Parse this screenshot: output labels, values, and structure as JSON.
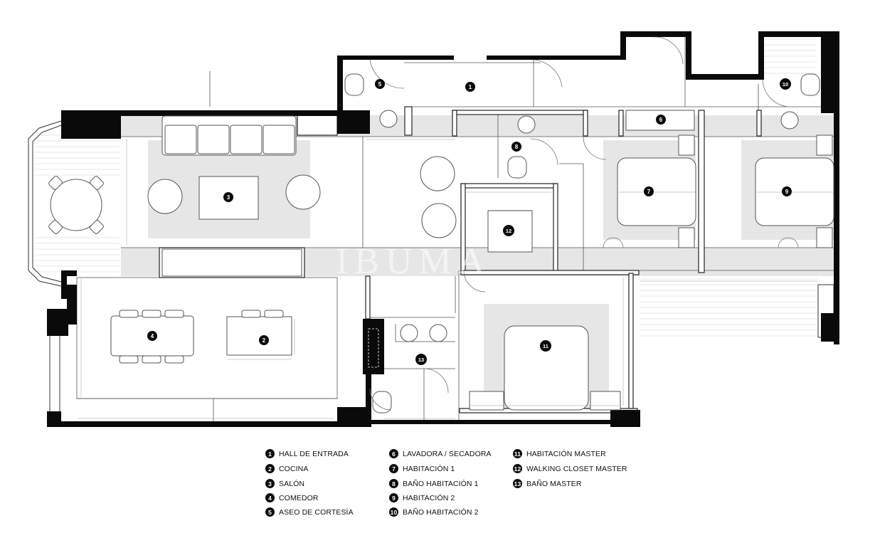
{
  "watermark": "IBUMA",
  "rooms": [
    {
      "num": "1",
      "label": "HALL DE ENTRADA"
    },
    {
      "num": "2",
      "label": "COCINA"
    },
    {
      "num": "3",
      "label": "SALÓN"
    },
    {
      "num": "4",
      "label": "COMEDOR"
    },
    {
      "num": "5",
      "label": "ASEO DE CORTESÍA"
    },
    {
      "num": "6",
      "label": "LAVADORA / SECADORA"
    },
    {
      "num": "7",
      "label": "HABITACIÓN 1"
    },
    {
      "num": "8",
      "label": "BAÑO HABITACIÓN 1"
    },
    {
      "num": "9",
      "label": "HABITACIÓN 2"
    },
    {
      "num": "10",
      "label": "BAÑO HABITACIÓN 2"
    },
    {
      "num": "11",
      "label": "HABITACIÓN MASTER"
    },
    {
      "num": "12",
      "label": "WALKING CLOSET MASTER"
    },
    {
      "num": "13",
      "label": "BAÑO MASTER"
    }
  ],
  "colors": {
    "wall": "#0a0a0a",
    "furniture": "#e6e6e6",
    "badge": "#0a0a0a"
  }
}
